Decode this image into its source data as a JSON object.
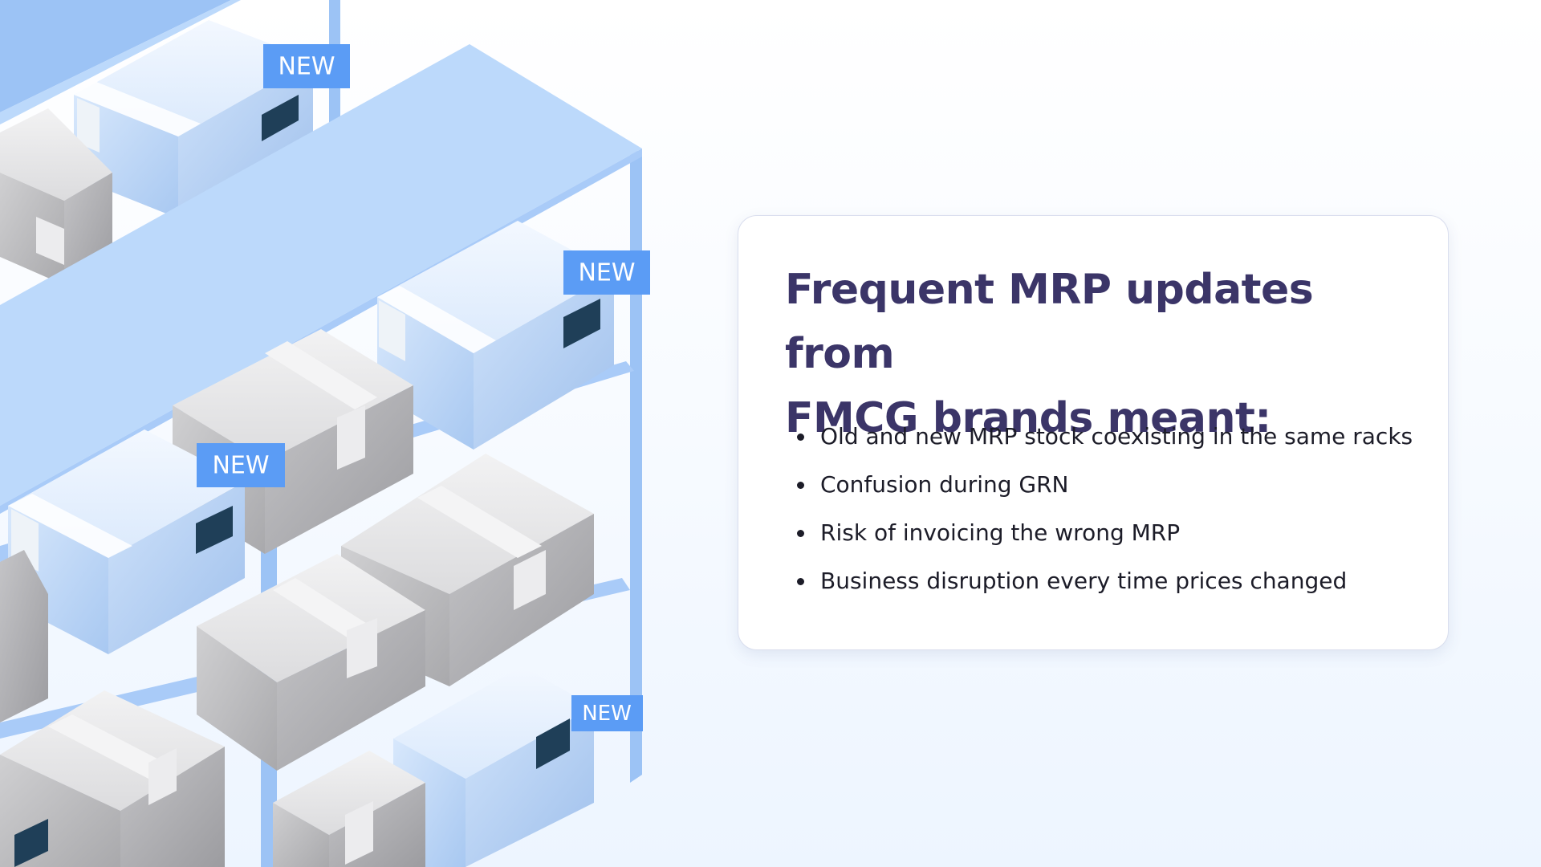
{
  "illustration": {
    "new_tags": [
      "NEW",
      "NEW",
      "NEW",
      "NEW"
    ],
    "colors": {
      "shelf_blue": "#bcd9fb",
      "post_blue": "#9cc3f5",
      "tag_blue": "#5b9cf5",
      "box_gray": "#d2d2d4",
      "box_blue": "#c3dbf8"
    }
  },
  "card": {
    "title_line1": "Frequent MRP updates from",
    "title_line2": "FMCG brands meant:",
    "bullets": [
      "Old and new MRP stock coexisting in the same racks",
      "Confusion during GRN",
      "Risk of invoicing the wrong MRP",
      "Business disruption every time prices changed"
    ]
  }
}
